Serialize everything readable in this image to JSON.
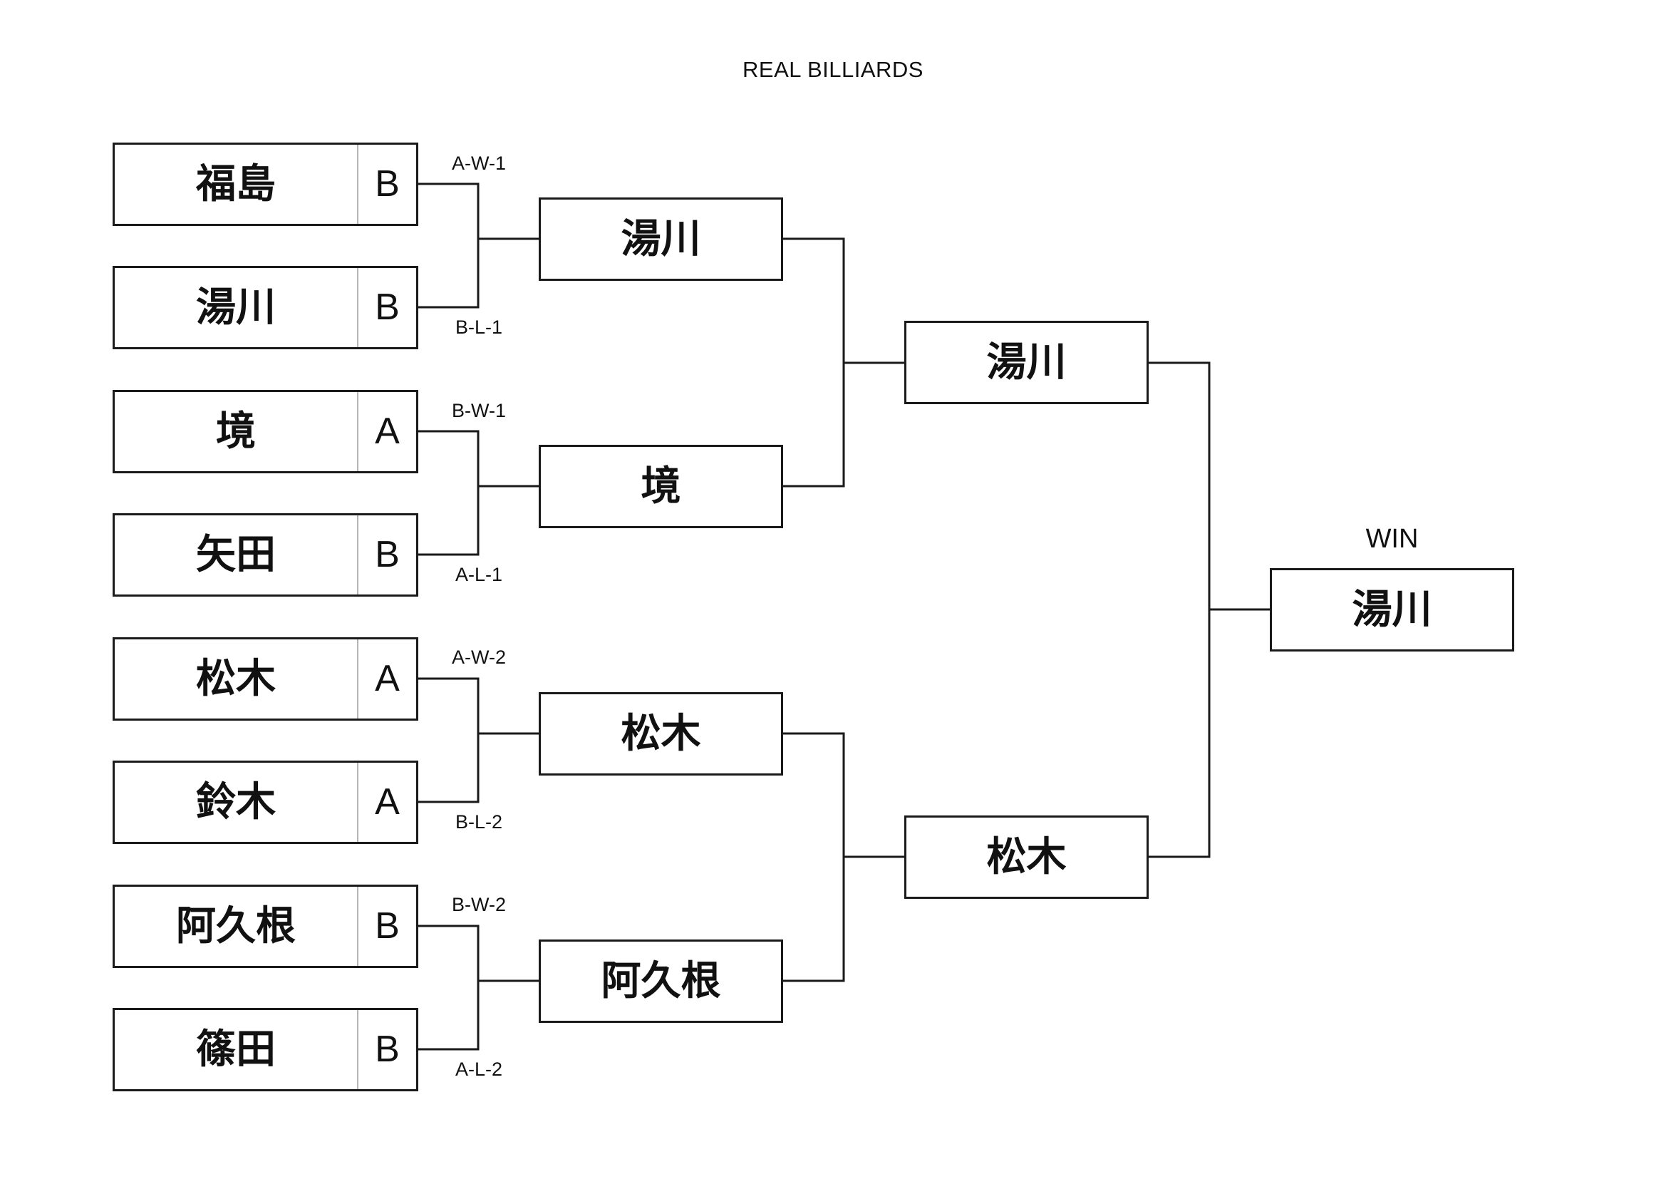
{
  "title": "REAL BILLIARDS",
  "round1": [
    {
      "name": "福島",
      "group": "B"
    },
    {
      "name": "湯川",
      "group": "B"
    },
    {
      "name": "境",
      "group": "A"
    },
    {
      "name": "矢田",
      "group": "B"
    },
    {
      "name": "松木",
      "group": "A"
    },
    {
      "name": "鈴木",
      "group": "A"
    },
    {
      "name": "阿久根",
      "group": "B"
    },
    {
      "name": "篠田",
      "group": "B"
    }
  ],
  "match_codes": [
    "A-W-1",
    "B-L-1",
    "B-W-1",
    "A-L-1",
    "A-W-2",
    "B-L-2",
    "B-W-2",
    "A-L-2"
  ],
  "round2": [
    "湯川",
    "境",
    "松木",
    "阿久根"
  ],
  "round3": [
    "湯川",
    "松木"
  ],
  "winner": {
    "label": "WIN",
    "name": "湯川"
  }
}
